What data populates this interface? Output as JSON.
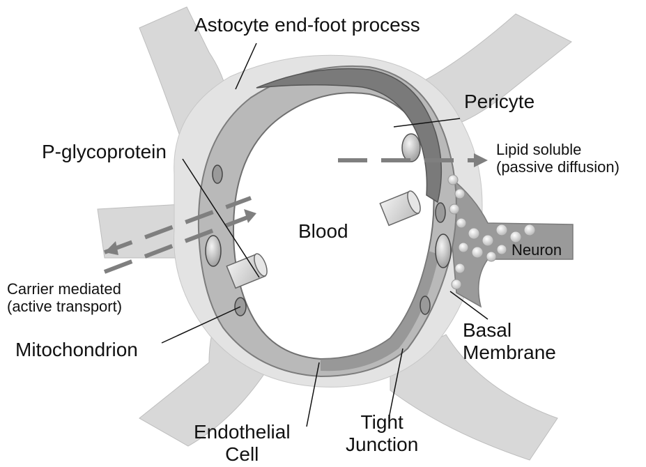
{
  "labels": {
    "astrocyte": "Astocyte end-foot process",
    "pericyte": "Pericyte",
    "pgp": "P-glycoprotein",
    "lipid_line1": "Lipid soluble",
    "lipid_line2": "(passive diffusion)",
    "blood": "Blood",
    "neuron": "Neuron",
    "carrier_line1": "Carrier mediated",
    "carrier_line2": "(active transport)",
    "mitochondrion": "Mitochondrion",
    "basal_line1": "Basal",
    "basal_line2": "Membrane",
    "endothelial_line1": "Endothelial",
    "endothelial_line2": "Cell",
    "tight_line1": "Tight",
    "tight_line2": "Junction"
  },
  "colors": {
    "astrocyte_fill": "#d8d8d8",
    "endothelial_fill": "#b9b9b9",
    "endothelial_dark": "#8a8a8a",
    "pericyte_fill": "#7a7a7a",
    "neuron_fill": "#9a9a9a",
    "arrow": "#7f7f7f",
    "leader_line": "#111111"
  }
}
